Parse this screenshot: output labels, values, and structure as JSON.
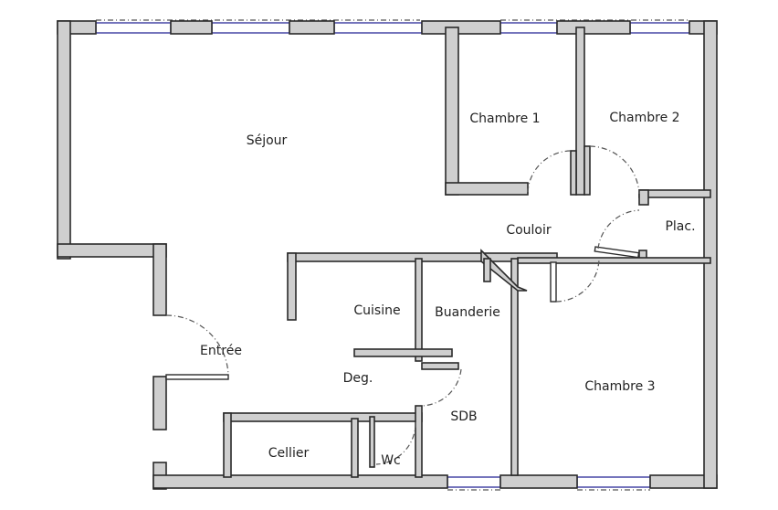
{
  "rooms": {
    "sejour": "Séjour",
    "chambre1": "Chambre 1",
    "chambre2": "Chambre 2",
    "couloir": "Couloir",
    "placard": "Plac.",
    "cuisine": "Cuisine",
    "buanderie": "Buanderie",
    "entree": "Entrée",
    "degagement": "Deg.",
    "sdb": "SDB",
    "chambre3": "Chambre 3",
    "cellier": "Cellier",
    "wc": "Wc"
  },
  "colors": {
    "wall": "#cfcfcf",
    "window": "#3a3aa0"
  }
}
